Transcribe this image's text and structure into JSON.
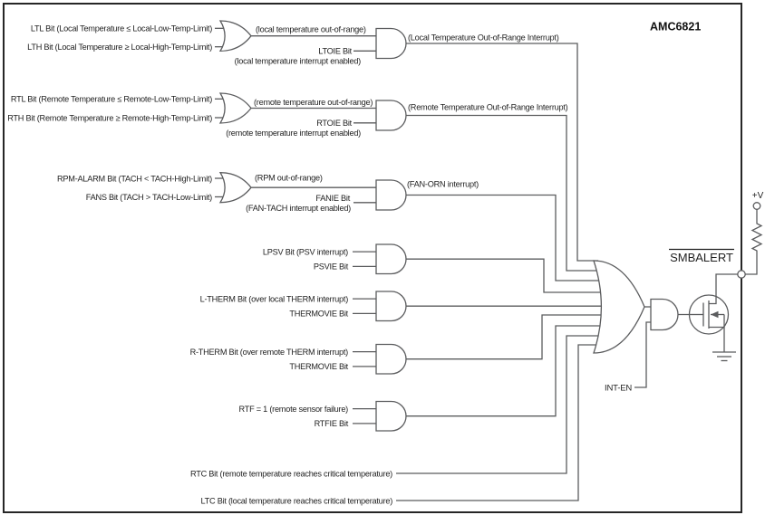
{
  "chip": {
    "name": "AMC6821"
  },
  "colors": {
    "wire": "#5b5c5e",
    "text": "#1f1f1f",
    "border": "#262626",
    "background": "#ffffff"
  },
  "local_temp": {
    "low_bit": "LTL Bit (Local Temperature ≤ Local-Low-Temp-Limit)",
    "high_bit": "LTH Bit (Local Temperature ≥ Local-High-Temp-Limit)",
    "or_output": "(local temperature out-of-range)",
    "enable_bit": "LTOIE Bit",
    "enable_note": "(local temperature interrupt enabled)",
    "interrupt": "(Local Temperature Out-of-Range Interrupt)"
  },
  "remote_temp": {
    "low_bit": "RTL Bit (Remote Temperature ≤ Remote-Low-Temp-Limit)",
    "high_bit": "RTH Bit (Remote Temperature ≥ Remote-High-Temp-Limit)",
    "or_output": "(remote temperature out-of-range)",
    "enable_bit": "RTOIE Bit",
    "enable_note": "(remote temperature interrupt enabled)",
    "interrupt": "(Remote Temperature Out-of-Range Interrupt)"
  },
  "fan": {
    "alarm_bit": "RPM-ALARM Bit (TACH < TACH-High-Limit)",
    "fans_bit": "FANS Bit (TACH > TACH-Low-Limit)",
    "or_output": "(RPM out-of-range)",
    "enable_bit": "FANIE Bit",
    "enable_note": "(FAN-TACH interrupt enabled)",
    "interrupt": "(FAN-ORN interrupt)"
  },
  "psv": {
    "bit": "LPSV Bit (PSV interrupt)",
    "enable_bit": "PSVIE Bit"
  },
  "local_therm": {
    "bit": "L-THERM Bit (over local THERM interrupt)",
    "enable_bit": "THERMOVIE Bit"
  },
  "remote_therm": {
    "bit": "R-THERM Bit (over remote THERM interrupt)",
    "enable_bit": "THERMOVIE Bit"
  },
  "remote_failure": {
    "bit": "RTF = 1 (remote sensor failure)",
    "enable_bit": "RTFIE Bit"
  },
  "critical": {
    "rtc_bit": "RTC Bit (remote temperature reaches critical temperature)",
    "ltc_bit": "LTC Bit (local temperature reaches critical temperature)"
  },
  "output_stage": {
    "int_enable": "INT-EN",
    "alert_signal": "SMBALERT",
    "supply": "+V"
  }
}
